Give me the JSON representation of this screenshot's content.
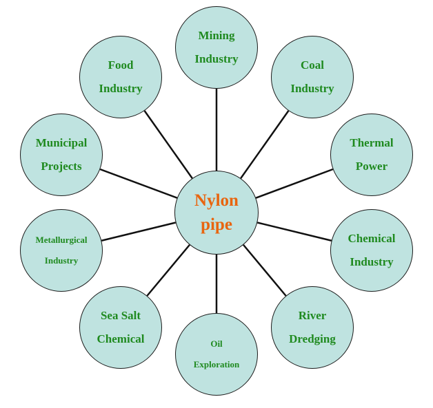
{
  "center": {
    "lines": [
      "Nylon",
      "pipe"
    ]
  },
  "nodes": [
    {
      "id": "mining-industry",
      "lines": [
        "Mining",
        "Industry"
      ]
    },
    {
      "id": "coal-industry",
      "lines": [
        "Coal",
        "Industry"
      ]
    },
    {
      "id": "thermal-power",
      "lines": [
        "Thermal",
        "Power"
      ]
    },
    {
      "id": "chemical-industry",
      "lines": [
        "Chemical",
        "Industry"
      ]
    },
    {
      "id": "river-dredging",
      "lines": [
        "River",
        "Dredging"
      ]
    },
    {
      "id": "oil-exploration",
      "lines": [
        "Oil",
        "Exploration"
      ]
    },
    {
      "id": "sea-salt-chemical",
      "lines": [
        "Sea Salt",
        "Chemical"
      ]
    },
    {
      "id": "metallurgical-industry",
      "lines": [
        "Metallurgical",
        "Industry"
      ]
    },
    {
      "id": "municipal-projects",
      "lines": [
        "Municipal",
        "Projects"
      ]
    },
    {
      "id": "food-industry",
      "lines": [
        "Food",
        "Industry"
      ]
    }
  ]
}
